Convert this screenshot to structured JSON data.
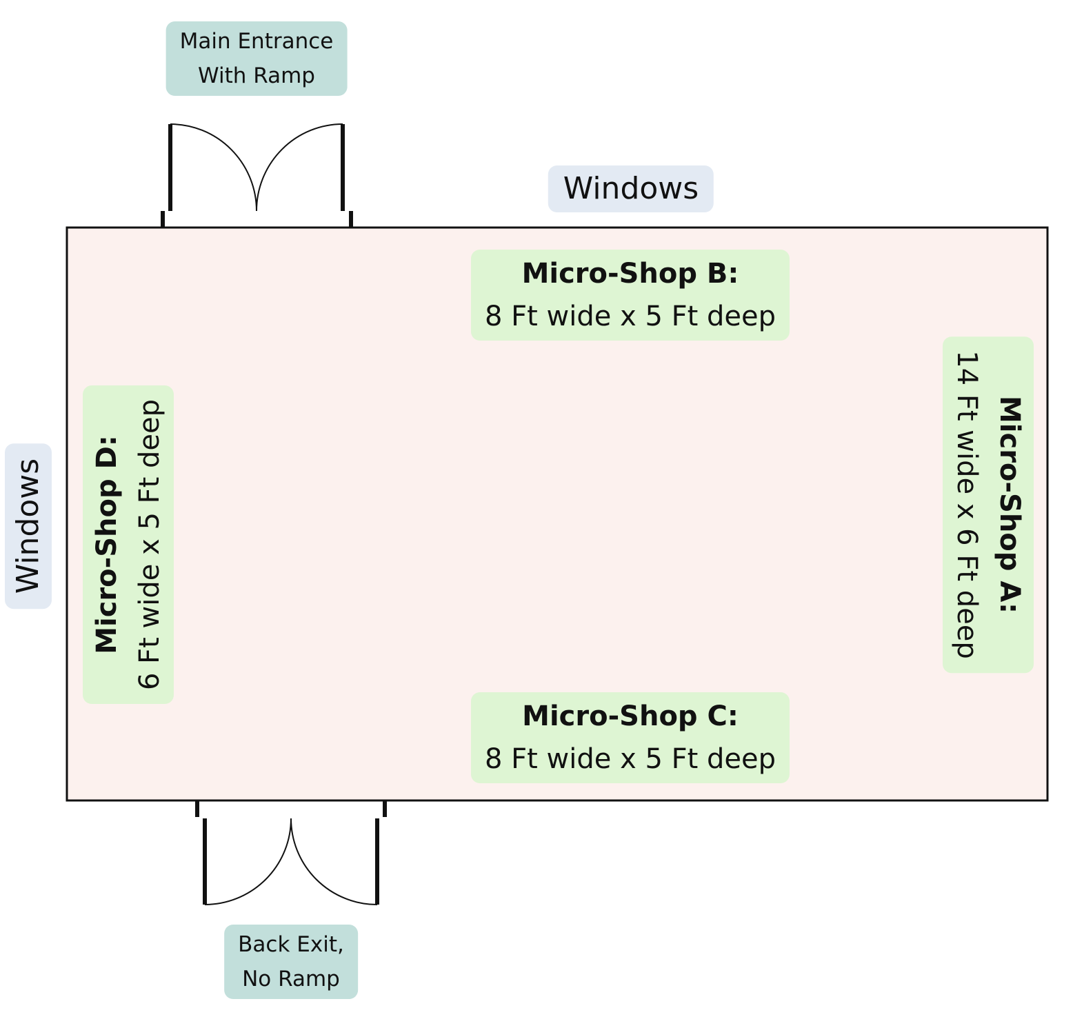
{
  "labels": {
    "main_entrance": "Main Entrance\nWith Ramp",
    "back_exit": "Back Exit,\nNo Ramp",
    "windows_top": "Windows",
    "windows_left": "Windows"
  },
  "shops": {
    "a": {
      "title": "Micro-Shop A:",
      "dims": "14 Ft wide x 6 Ft deep"
    },
    "b": {
      "title": "Micro-Shop B:",
      "dims": "8 Ft wide x 5 Ft deep"
    },
    "c": {
      "title": "Micro-Shop C:",
      "dims": "8 Ft wide x 5 Ft deep"
    },
    "d": {
      "title": "Micro-Shop D:",
      "dims": "6 Ft wide x 5 Ft deep"
    }
  },
  "colors": {
    "floor_fill": "#fcf1ee",
    "wall_stroke": "#111111",
    "shop_label_bg": "#def5d3",
    "windows_label_bg": "#e3eaf3",
    "door_label_bg": "#c2dfdb"
  }
}
